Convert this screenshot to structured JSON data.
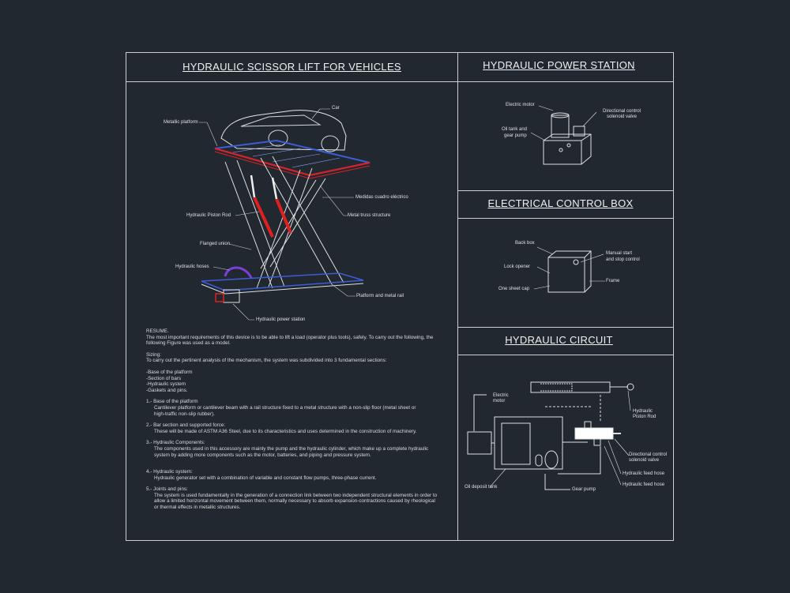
{
  "colors": {
    "background": "#212830",
    "line": "#cfcfcf",
    "accent_red": "#e02020",
    "accent_blue": "#3c5dd8",
    "accent_purple": "#7a3fd8"
  },
  "panels": {
    "lift_title": "HYDRAULIC SCISSOR LIFT FOR VEHICLES",
    "power_title": "HYDRAULIC POWER STATION",
    "electrical_title": "ELECTRICAL CONTROL BOX",
    "circuit_title": "HYDRAULIC CIRCUIT"
  },
  "lift_labels": {
    "car": "Car",
    "metallic_platform": "Metallic platform",
    "measures": "Medidas cuadro eléctrico",
    "piston_rod": "Hydraulic Piston Rod",
    "truss": "Metal truss structure",
    "flanged": "Flanged union",
    "hoses": "Hydraulic hoses",
    "platform_rail": "Platform and metal rail",
    "power_station": "Hydraulic power station"
  },
  "power_labels": {
    "motor": "Electric motor",
    "valve": "Directional control solenoid valve",
    "tank_line1": "Oil tank and",
    "tank_line2": "gear pump"
  },
  "electrical_labels": {
    "back_box": "Back box",
    "manual_line1": "Manual start",
    "manual_line2": "and stop control",
    "lock": "Lock opener",
    "frame": "Frame",
    "cap": "One sheet cap"
  },
  "circuit_labels": {
    "motor_line1": "Electric",
    "motor_line2": "motor",
    "piston_line1": "Hydraulic",
    "piston_line2": "Piston Rod",
    "valve_line1": "Directional control",
    "valve_line2": "solenoid valve",
    "feed1": "Hydraulic feed hose",
    "feed2": "Hydraulic feed hose",
    "tank": "Oil deposit tank",
    "pump": "Gear pump"
  },
  "resume": {
    "heading": "RESUME.",
    "intro1": "The most important requirements of this device is to be able to lift a load (operator plus tools), safely. To carry out the following, the",
    "intro2": "following Figure was used as a model.",
    "sizing": "Sizing:",
    "sizing_text": "To carry out the pertinent analysis of the mechanism, the system was subdivided into 3 fundamental sections:",
    "list": [
      "-Base of the platform",
      "-Section of bars",
      "-Hydraulic system",
      "-Gaskets and pins."
    ],
    "s1_title": "1.- Base of the platform",
    "s1_line1": "Cantilever platform or cantilever beam with a rail structure fixed to a metal structure with a non-slip floor (metal sheet or",
    "s1_line2": "high-traffic non-slip rubber).",
    "s2_title": "2.- Bar section and supported force:",
    "s2_line1": "These will be made of ASTM A36 Steel, due to its characteristics and uses determined in the construction of machinery.",
    "s3_title": "3.- Hydraulic Components:",
    "s3_line1": "The components used in this accessory are mainly the pump and the hydraulic cylinder, which make up a complete hydraulic",
    "s3_line2": "system by adding more components such as the motor, batteries, and piping and pressure system.",
    "s4_title": "4.- Hydraulic system:",
    "s4_line1": "Hydraulic generator set with a combination of variable and constant flow pumps, three-phase current.",
    "s5_title": "5.- Joints and pins:",
    "s5_line1": "The system is used fundamentally in the generation of a connection link between two independent structural elements in order to",
    "s5_line2": "allow a limited horizontal movement between them, normally necessary to absorb expansion-contractions caused by rheological",
    "s5_line3": "or thermal effects in metallic structures."
  }
}
